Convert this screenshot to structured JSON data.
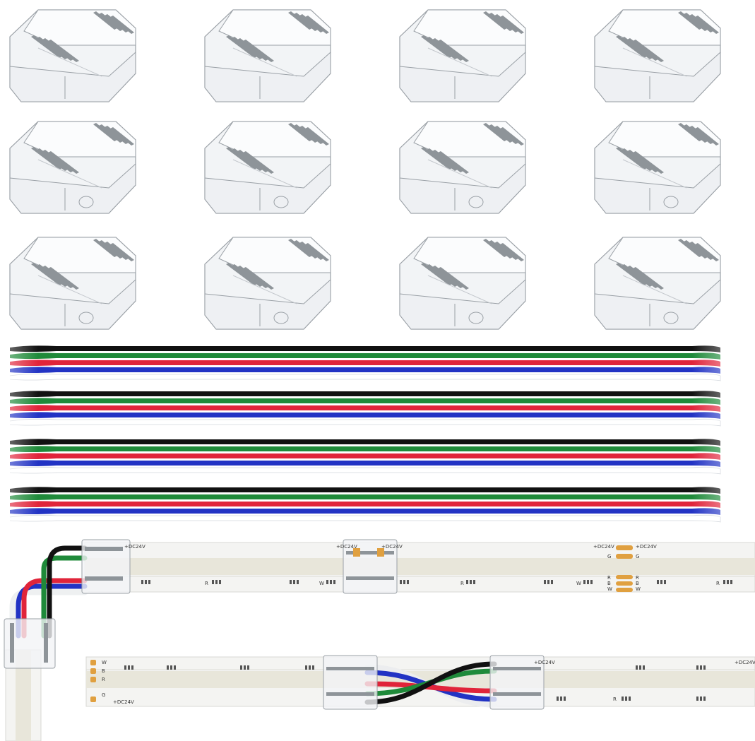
{
  "product": {
    "connector_count": 12,
    "cable_count": 4,
    "wire_colors": [
      "#111111",
      "#1f8a3a",
      "#e0243a",
      "#2233c4",
      "#ffffff"
    ]
  },
  "strip": {
    "voltage_label": "+DC24V",
    "pad_g": "G",
    "pad_r": "R",
    "pad_b": "B",
    "pad_w": "W"
  },
  "colors": {
    "connector_body": "#f2f4f6",
    "connector_edge": "#9aa0a6",
    "pin_metal": "#8e9499",
    "strip_white": "#f4f4f2",
    "strip_glow": "#e8e6da",
    "copper_pad": "#e0a040"
  }
}
